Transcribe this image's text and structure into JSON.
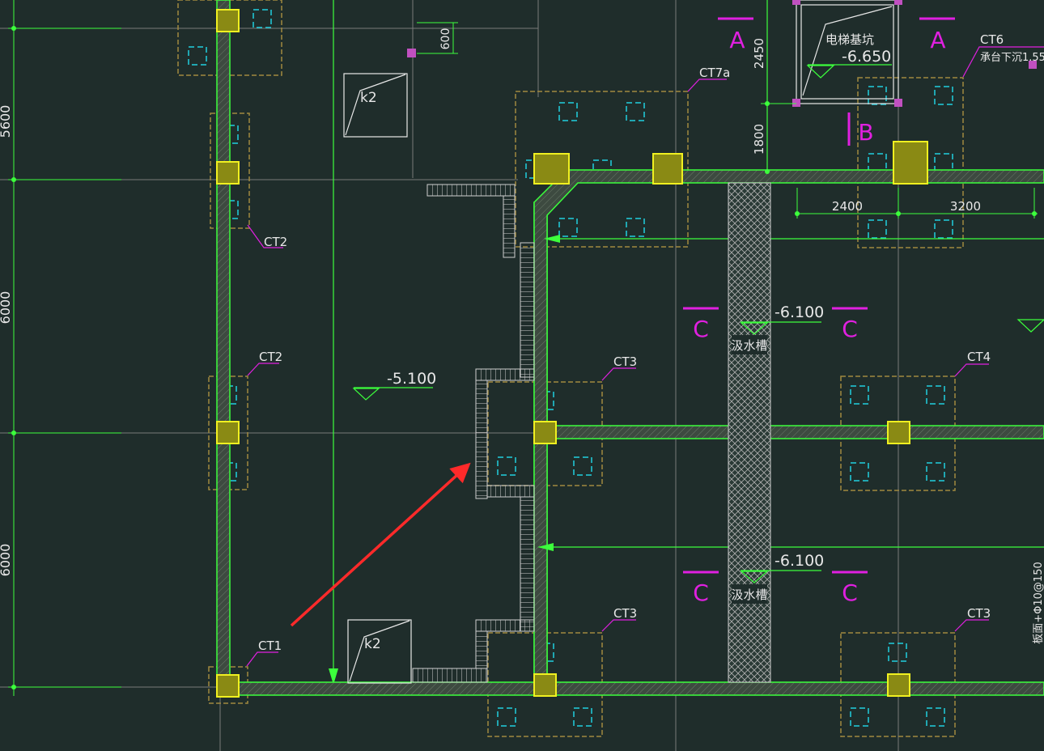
{
  "colors": {
    "background": "#1f2d2b",
    "wall": "#3cff3c",
    "axis": "#7a7a7a",
    "magenta": "#e020e0",
    "cyan": "#20d0e0",
    "yellow": "#f0f020",
    "column_fill": "#8a8a14",
    "cap_outline": "#a08a40",
    "white": "#e8e8e8",
    "red": "#ff2a2a"
  },
  "dimensions": {
    "left_upper": "5600",
    "left_middle": "6000",
    "left_lower": "6000",
    "pit_height": "2450",
    "lower_height": "1800",
    "dim_600": "600",
    "span_left": "2400",
    "span_right": "3200"
  },
  "elevations": {
    "floor_main": "-5.100",
    "pit": "-6.650",
    "upper_right": "-6.100",
    "lower_right": "-6.100"
  },
  "pile_caps": {
    "ct1": "CT1",
    "ct2_upper": "CT2",
    "ct2_lower": "CT2",
    "ct3_mid": "CT3",
    "ct3_bottom_left": "CT3",
    "ct3_bottom_right": "CT3",
    "ct4": "CT4",
    "ct6": "CT6",
    "ct6_note": "承台下沉1.550",
    "ct7a": "CT7a"
  },
  "openings": {
    "upper": "k2",
    "lower": "k2"
  },
  "section_marks": {
    "a_left": "A",
    "a_right": "A",
    "b": "B",
    "c_upper_left": "C",
    "c_upper_right": "C",
    "c_lower_left": "C",
    "c_lower_right": "C"
  },
  "text_labels": {
    "elevator_pit": "电梯基坑",
    "drain_upper": "汲水槽",
    "drain_lower": "汲水槽",
    "slab_note": "板面+Φ10@150"
  }
}
